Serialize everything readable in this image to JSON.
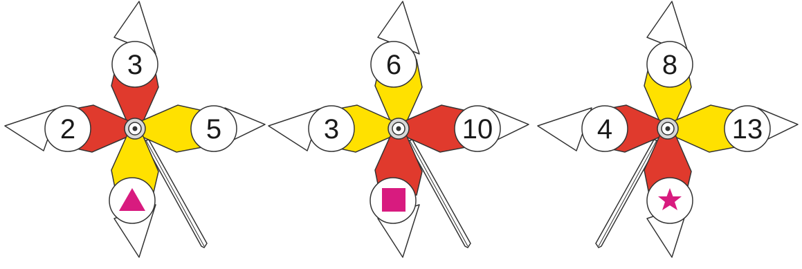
{
  "colors": {
    "red": "#e03a2d",
    "yellow": "#ffe100",
    "magenta": "#d81b7f",
    "outline": "#333333",
    "white": "#ffffff"
  },
  "pinwheels": [
    {
      "top": "3",
      "left": "2",
      "right": "5",
      "bottom_shape": "triangle-icon",
      "petals": {
        "top": "red",
        "left": "red",
        "right": "yellow",
        "bottom": "yellow"
      }
    },
    {
      "top": "6",
      "left": "3",
      "right": "10",
      "bottom_shape": "square-icon",
      "petals": {
        "top": "yellow",
        "left": "yellow",
        "right": "red",
        "bottom": "red"
      }
    },
    {
      "top": "8",
      "left": "4",
      "right": "13",
      "bottom_shape": "star-icon",
      "petals": {
        "top": "yellow",
        "left": "red",
        "right": "yellow",
        "bottom": "red"
      }
    }
  ]
}
